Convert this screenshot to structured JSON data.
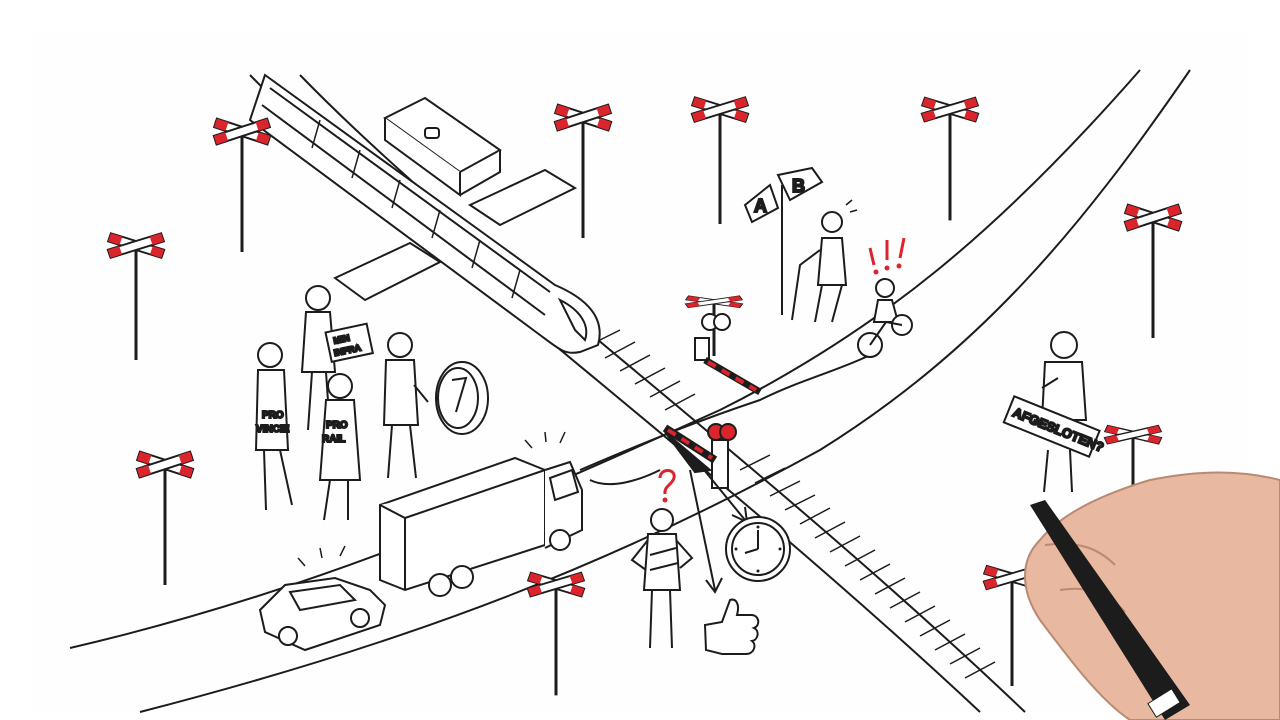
{
  "scene": {
    "signs": {
      "min_infra_line1": "MIN",
      "min_infra_line2": "INFRA",
      "pro_vincie_line1": "PRO",
      "pro_vincie_line2": "VINCIE",
      "pro_rail_line1": "PRO",
      "pro_rail_line2": "RAIL",
      "afgesloten": "AFGESLOTEN?",
      "direction_a": "A",
      "direction_b": "B"
    },
    "colors": {
      "ink": "#1c1c1c",
      "accent_red": "#d9252b",
      "paper": "#ffffff",
      "skin": "#e8b9a0"
    },
    "icons": [
      "railway-crossing-sign-icon",
      "clock-icon",
      "thumbs-up-icon",
      "question-mark-icon",
      "exclamation-icon",
      "marker-pen-icon"
    ]
  }
}
